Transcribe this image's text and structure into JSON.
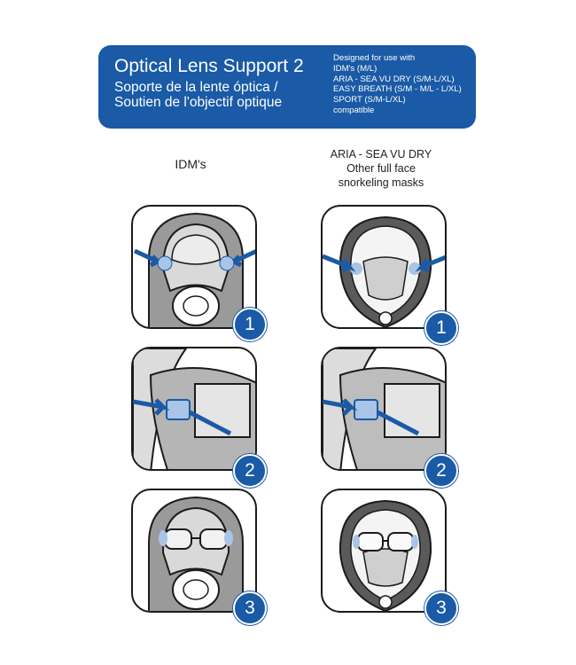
{
  "banner": {
    "title": "Optical Lens Support 2",
    "subtitle_es": "Soporte de la lente óptica /",
    "subtitle_fr": "Soutien de l'objectif optique",
    "compat_lines": [
      "Designed for use with",
      "IDM's (M/L)",
      "ARIA - SEA VU DRY (S/M-L/XL)",
      "EASY BREATH (S/M - M/L - L/XL)",
      "SPORT (S/M-L/XL)",
      "compatible"
    ]
  },
  "columns": {
    "left": {
      "lines": [
        "IDM's"
      ]
    },
    "right": {
      "lines": [
        "ARIA - SEA VU DRY",
        "Other full face",
        "snorkeling masks"
      ]
    }
  },
  "steps": [
    "1",
    "2",
    "3"
  ],
  "colors": {
    "accent": "#1a5aa6",
    "outline": "#1b1b1b",
    "lens_gray": "#cfcfcf"
  },
  "icons": [
    "arrow-icon",
    "mask-illustration",
    "hand-illustration",
    "glasses-frame-illustration"
  ]
}
